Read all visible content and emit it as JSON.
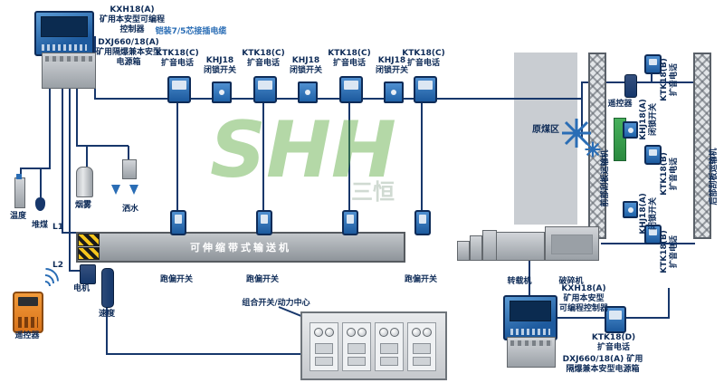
{
  "colors": {
    "accent": "#2a6db5",
    "line": "#17376b",
    "green": "#2f9e44",
    "orange": "#e07820"
  },
  "watermark": {
    "logo": "SHH",
    "company": "三恒"
  },
  "top_left": {
    "controller": "KXH18(A)\n矿用本安型可编程\n控制器",
    "power": "DXJ660/18(A)\n矿用隔爆兼本安型\n电源箱",
    "cable": "铠装7/5芯接插电缆"
  },
  "top_row": [
    {
      "label": "KTK18(C)\n扩音电话"
    },
    {
      "label": "KHJ18\n闭锁开关"
    },
    {
      "label": "KTK18(C)\n扩音电话"
    },
    {
      "label": "KHJ18\n闭锁开关"
    },
    {
      "label": "KTK18(C)\n扩音电话"
    },
    {
      "label": "KHJ18\n闭锁开关"
    },
    {
      "label": "KTK18(C)\n扩音电话"
    }
  ],
  "left": {
    "temperature": "温度",
    "coal_pile": "堆煤",
    "smoke": "烟雾",
    "water_spray": "洒水",
    "l1": "L1",
    "l2": "L2",
    "motor": "电机",
    "speed": "速度",
    "remote": "遥控器"
  },
  "belt": {
    "label": "可伸缩带式输送机",
    "switches": [
      "跑偏开关",
      "跑偏开关",
      "跑偏开关"
    ]
  },
  "center": {
    "combo": "组合开关/动力中心"
  },
  "right": {
    "raw_coal": "原煤区",
    "transfer": "转载机",
    "crusher": "破碎机",
    "front_scraper": "前部刮板运输机",
    "rear_scraper": "后部刮板运输机",
    "remote": "遥控器",
    "devices": [
      {
        "label": "KTK18(B)\n扩音电话"
      },
      {
        "label": "KHJ18(A)\n闭锁开关"
      },
      {
        "label": "KTK18(B)\n扩音电话"
      },
      {
        "label": "KHJ18(A)\n闭锁开关"
      },
      {
        "label": "KTK18(B)\n扩音电话"
      }
    ]
  },
  "bottom_right": {
    "controller": "KXH18(A)\n矿用本安型\n可编程控制器",
    "phone": "KTK18(D)\n扩音电话",
    "power": "DXJ660/18(A) 矿用\n隔爆兼本安型电源箱"
  }
}
